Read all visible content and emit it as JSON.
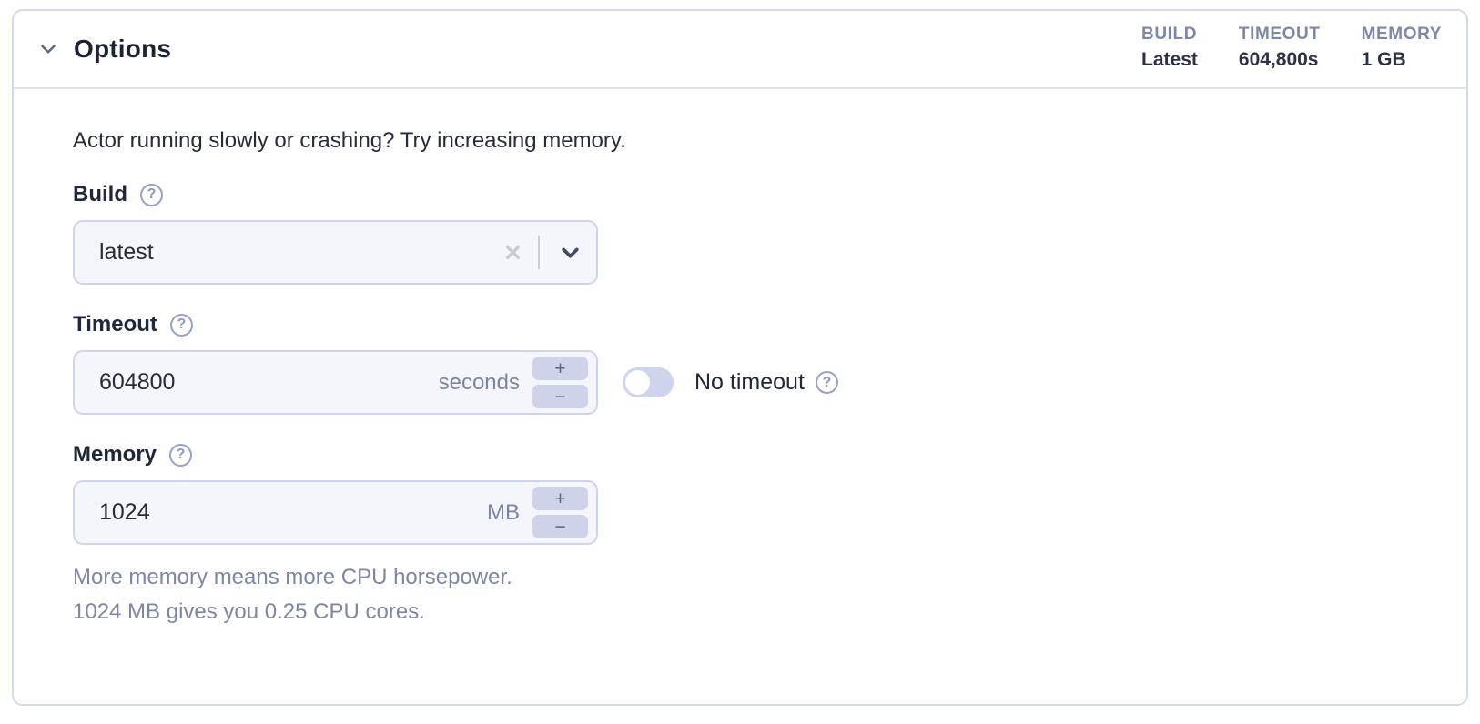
{
  "panel": {
    "title": "Options",
    "stats": [
      {
        "label": "BUILD",
        "value": "Latest"
      },
      {
        "label": "TIMEOUT",
        "value": "604,800s"
      },
      {
        "label": "MEMORY",
        "value": "1 GB"
      }
    ],
    "intro": "Actor running slowly or crashing? Try increasing memory."
  },
  "fields": {
    "build": {
      "label": "Build",
      "value": "latest"
    },
    "timeout": {
      "label": "Timeout",
      "value": "604800",
      "unit": "seconds",
      "toggle_label": "No timeout",
      "toggle_state": "off"
    },
    "memory": {
      "label": "Memory",
      "value": "1024",
      "unit": "MB",
      "help_line1": "More memory means more CPU horsepower.",
      "help_line2": "1024 MB gives you 0.25 CPU cores."
    }
  },
  "glyphs": {
    "help": "?",
    "plus": "+",
    "minus": "−"
  },
  "colors": {
    "card_border": "#d4d9ee",
    "input_bg": "#f5f6fc",
    "input_border": "#ced4ec",
    "stepper_bg": "#ced3ea",
    "toggle_track": "#ced4ec",
    "stat_label": "#7d87a8",
    "muted_text": "#7d86a6",
    "dark_text": "#20273a"
  }
}
